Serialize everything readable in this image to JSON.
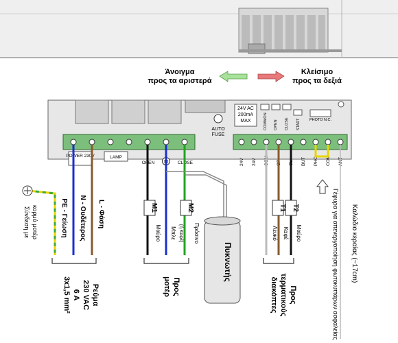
{
  "direction": {
    "open_line1": "Άνοιγμα",
    "open_line2": "προς τα αριστερά",
    "close_line1": "Κλείσιμο",
    "close_line2": "προς τα δεξιά",
    "open_arrow_color": "#a8e29a",
    "close_arrow_color": "#e8787a"
  },
  "board": {
    "capacitor_spec": [
      "24V AC",
      "200mA",
      "MAX"
    ],
    "auto_fuse": [
      "AUTO",
      "FUSE"
    ],
    "connector_labels": [
      "COMMON",
      "OPEN",
      "CLOSE",
      "START",
      "PHOTO N.C."
    ],
    "terminals_left": [
      "POWER 230V",
      "LAMP",
      "OPEN",
      "M",
      "CLOSE"
    ],
    "terminals_right": [
      "24V",
      "24V",
      "COM",
      "OP",
      "CL",
      "BUT",
      "PHO",
      "COM",
      "ANT"
    ]
  },
  "labels": {
    "ground_line1": "Σύνδεση με",
    "ground_line2": "κορμό μοτέρ",
    "pe": "PE - Γείωση",
    "n": "N - Ουδέτερος",
    "l": "L - Φάση",
    "power_block": [
      "Ρεύμα",
      "230 VAC",
      "6 A",
      "3x1,5 mm²"
    ],
    "m1": "M1",
    "m2": "M2",
    "m1_color": "Μαύρο",
    "m2_color_line1": "Μπλε",
    "m2_color_line2": "(ή Καφέ)",
    "m2_color_line3": "Πράσινο",
    "capacitor": "Πυκνωτής",
    "motor_block": [
      "Προς",
      "μοτέρ"
    ],
    "t1": "T1",
    "t2": "T2",
    "t1_color": "Λευκό",
    "t1_color2": "Καφέ",
    "t2_color": "Μαύρο",
    "switch_block": [
      "Προς",
      "τερματικούς",
      "διακόπτες"
    ],
    "photo_bridge": "Γέφυρα για απενεργοποίηση φωτοκυττάρων ασφαλείας",
    "antenna": "Καλώδιο κεραίας (~17cm)"
  },
  "colors": {
    "wire_black": "#111111",
    "wire_blue": "#1a2fd0",
    "wire_green": "#1fa51f",
    "wire_brown": "#8a5a2b",
    "wire_yellow": "#e6d400",
    "board": "#e7e7e7"
  }
}
